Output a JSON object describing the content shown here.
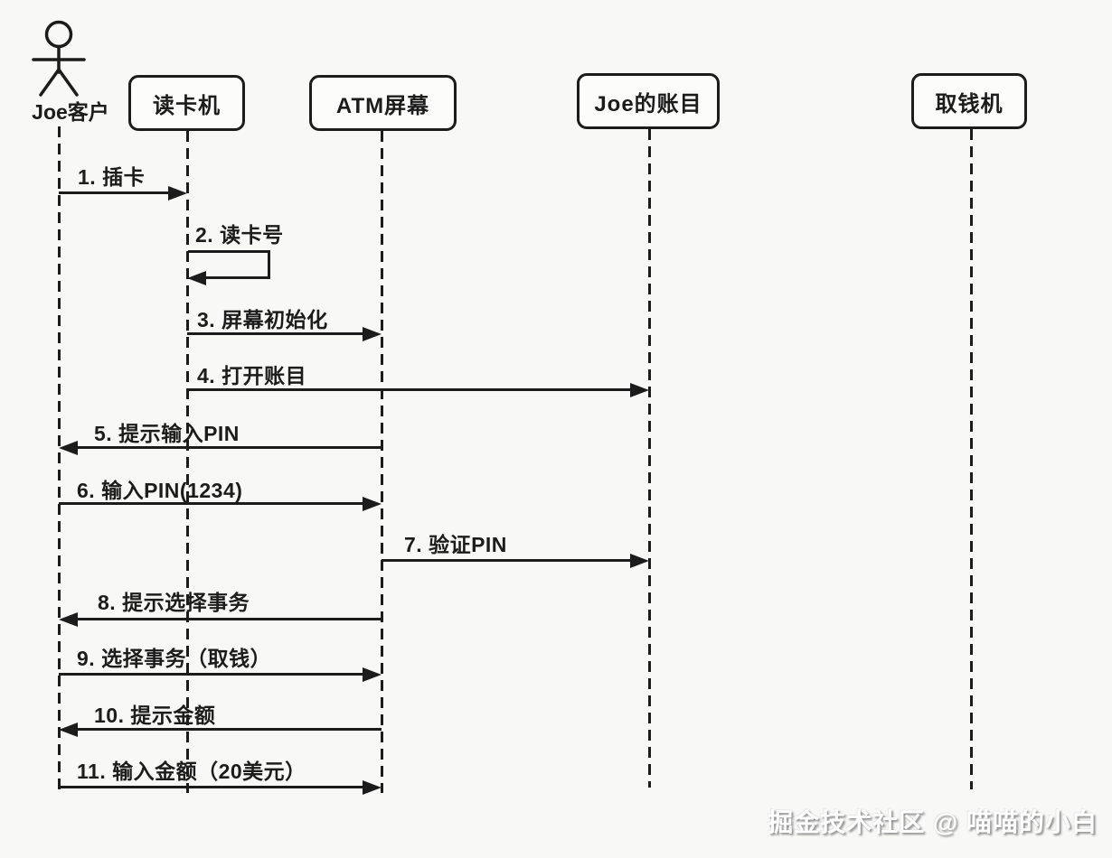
{
  "actor": {
    "label": "Joe客户"
  },
  "participants": [
    {
      "label": "读卡机"
    },
    {
      "label": "ATM屏幕"
    },
    {
      "label": "Joe的账目"
    },
    {
      "label": "取钱机"
    }
  ],
  "messages": [
    {
      "label": "1. 插卡",
      "from": "Joe客户",
      "to": "读卡机",
      "type": "arrow"
    },
    {
      "label": "2. 读卡号",
      "from": "读卡机",
      "to": "读卡机",
      "type": "self"
    },
    {
      "label": "3. 屏幕初始化",
      "from": "读卡机",
      "to": "ATM屏幕",
      "type": "arrow"
    },
    {
      "label": "4. 打开账目",
      "from": "读卡机",
      "to": "Joe的账目",
      "type": "arrow"
    },
    {
      "label": "5. 提示输入PIN",
      "from": "ATM屏幕",
      "to": "Joe客户",
      "type": "arrow"
    },
    {
      "label": "6. 输入PIN(1234)",
      "from": "Joe客户",
      "to": "ATM屏幕",
      "type": "arrow"
    },
    {
      "label": "7. 验证PIN",
      "from": "ATM屏幕",
      "to": "Joe的账目",
      "type": "arrow"
    },
    {
      "label": "8. 提示选择事务",
      "from": "ATM屏幕",
      "to": "Joe客户",
      "type": "arrow"
    },
    {
      "label": "9. 选择事务（取钱）",
      "from": "Joe客户",
      "to": "ATM屏幕",
      "type": "arrow"
    },
    {
      "label": "10. 提示金额",
      "from": "ATM屏幕",
      "to": "Joe客户",
      "type": "arrow"
    },
    {
      "label": "11. 输入金额（20美元）",
      "from": "Joe客户",
      "to": "ATM屏幕",
      "type": "arrow"
    }
  ],
  "watermark": "掘金技术社区 @ 喵喵的小白",
  "colors": {
    "line": "#1c1c1c",
    "background": "#f8f8f6",
    "box_fill": "#fcfcfb",
    "watermark_text": "#ffffff",
    "watermark_shadow": "#8f8f8f"
  }
}
